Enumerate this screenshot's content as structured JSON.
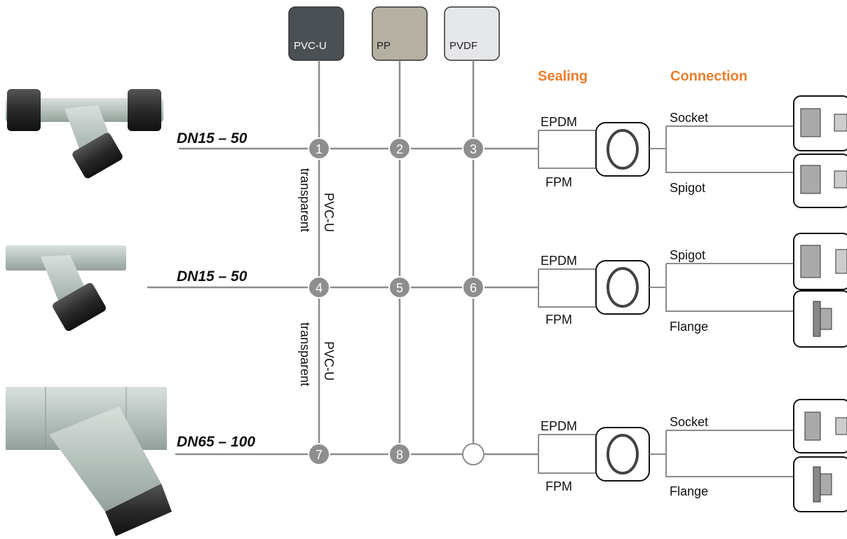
{
  "materials": [
    {
      "label": "PVC-U",
      "color": "#4a5054"
    },
    {
      "label": "PP",
      "color": "#b4b0a2"
    },
    {
      "label": "PVDF",
      "color": "#e6e7ea"
    }
  ],
  "headers": {
    "sealing": "Sealing",
    "connection": "Connection"
  },
  "accent_color": "#ee7d2b",
  "rows": [
    {
      "size": "DN15 – 50",
      "nodes": [
        "1",
        "2",
        "3"
      ],
      "seal_top": "EPDM",
      "seal_bottom": "FPM",
      "conn_top": "Socket",
      "conn_bottom": "Spigot"
    },
    {
      "size": "DN15 – 50",
      "nodes": [
        "4",
        "5",
        "6"
      ],
      "seal_top": "EPDM",
      "seal_bottom": "FPM",
      "conn_top": "Spigot",
      "conn_bottom": "Flange"
    },
    {
      "size": "DN65 – 100",
      "nodes": [
        "7",
        "8",
        ""
      ],
      "seal_top": "EPDM",
      "seal_bottom": "FPM",
      "conn_top": "Socket",
      "conn_bottom": "Flange"
    }
  ],
  "side_labels": [
    {
      "line1": "PVC-U",
      "line2": "transparent"
    },
    {
      "line1": "PVC-U",
      "line2": "transparent"
    }
  ]
}
